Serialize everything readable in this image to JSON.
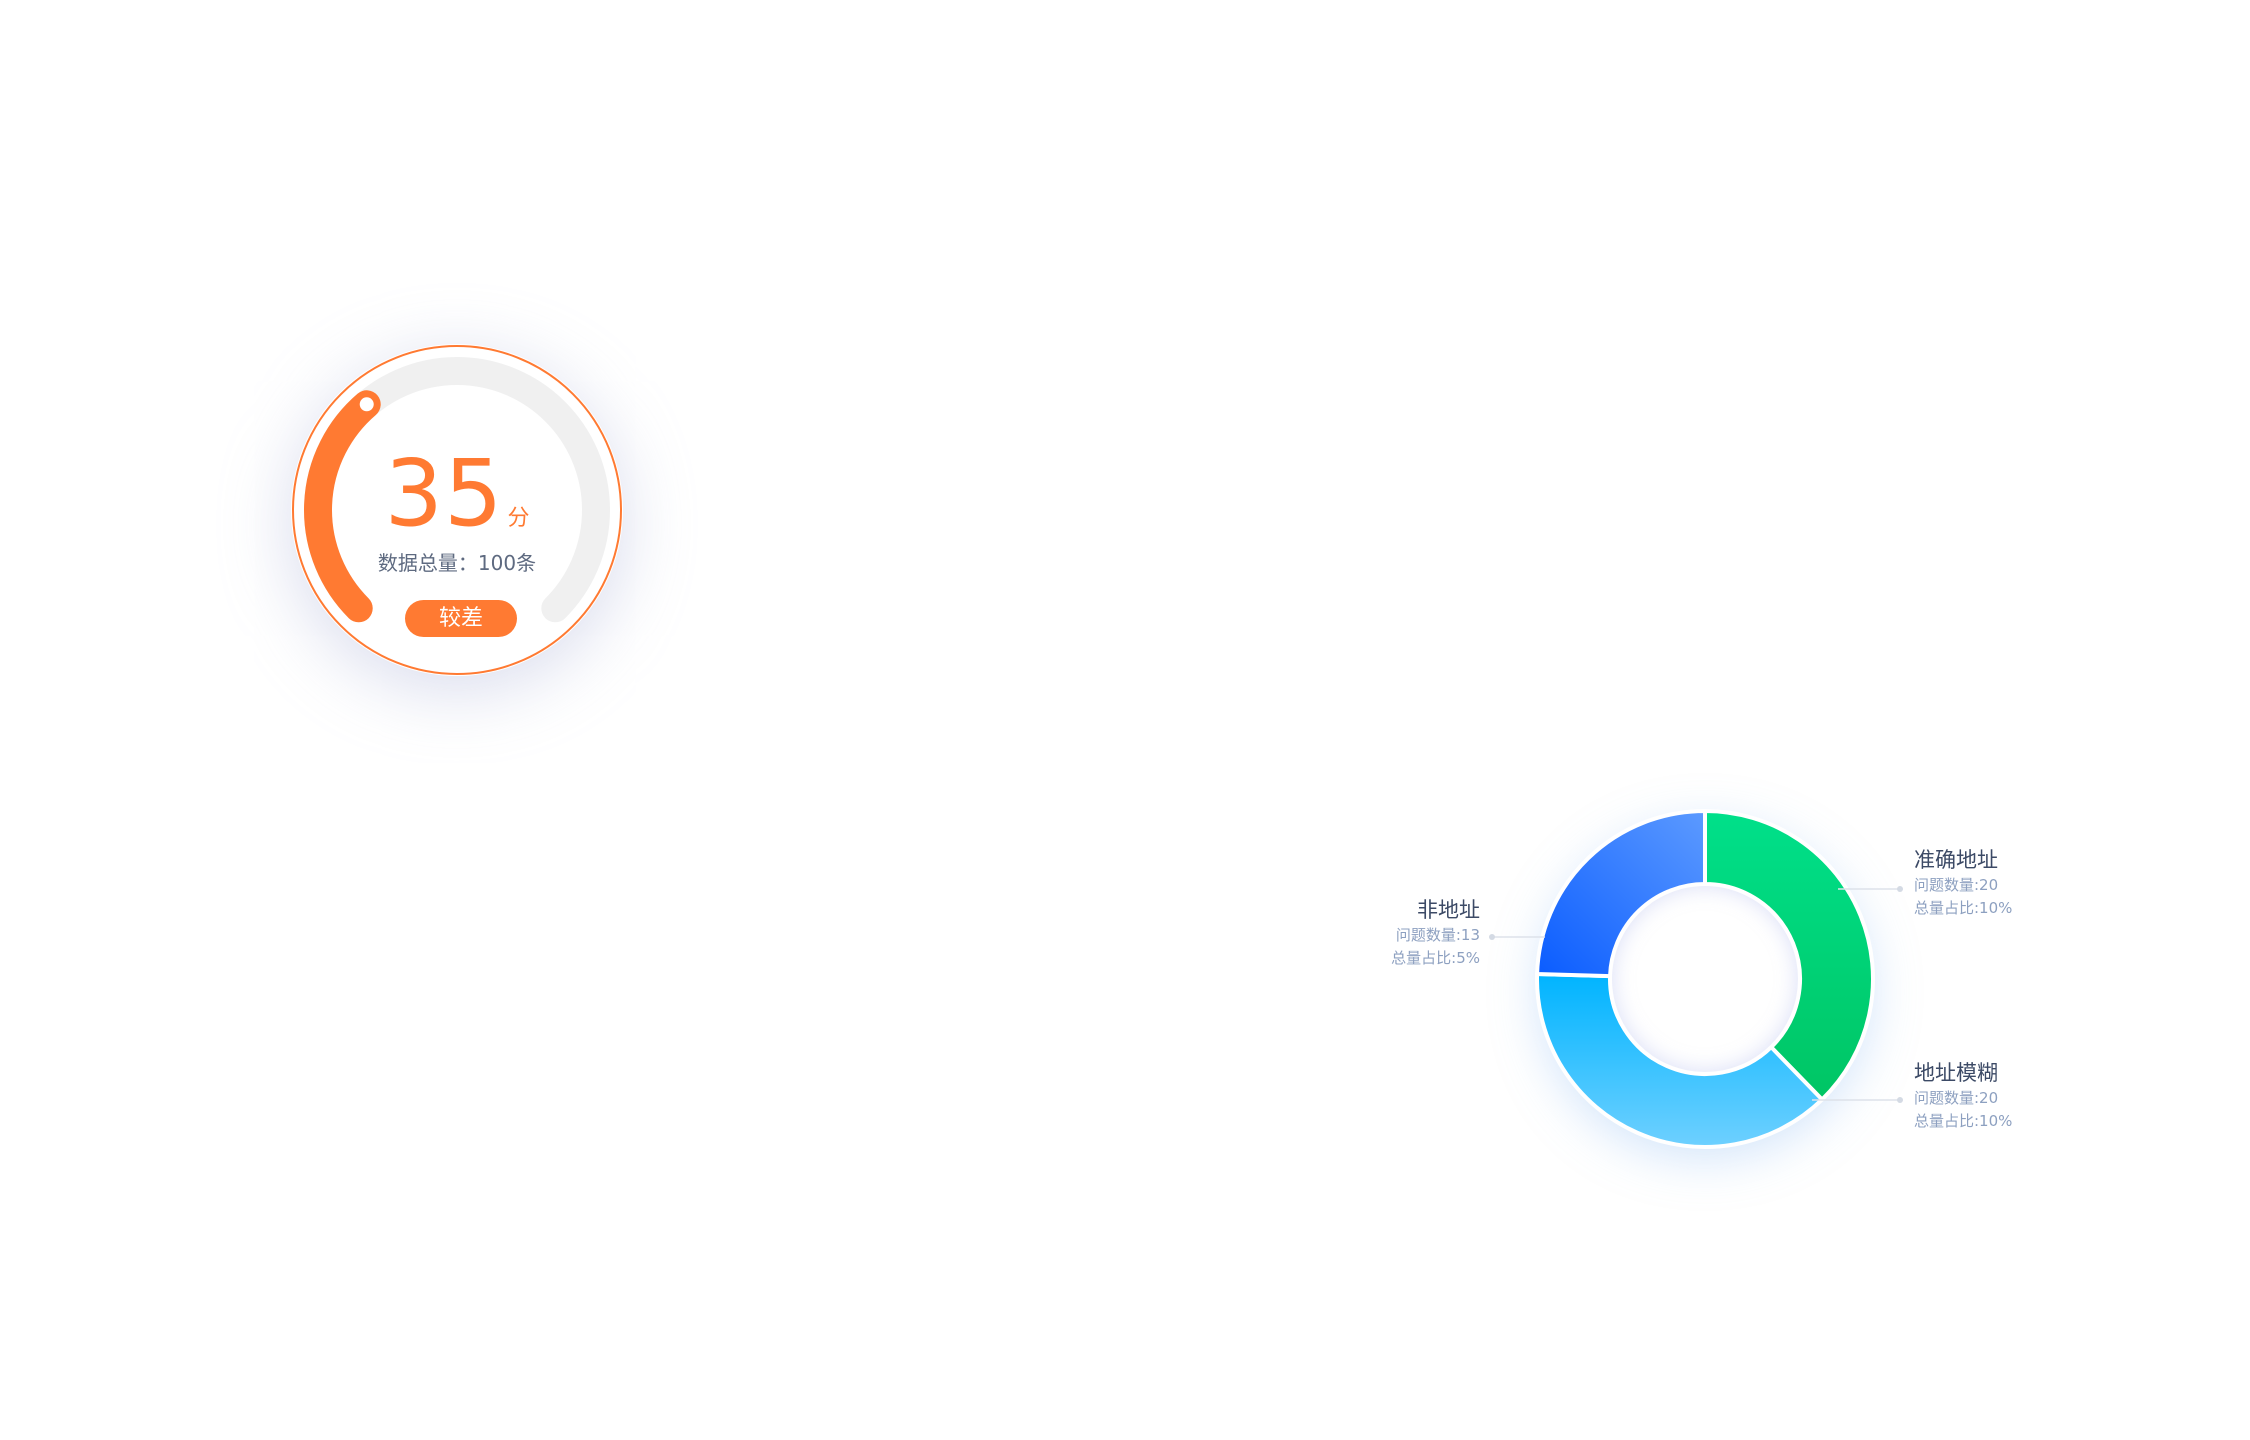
{
  "score_card": {
    "score": 35,
    "score_max": 100,
    "score_text": "35",
    "unit": "分",
    "total_text": "数据总量：100条",
    "grade": "较差",
    "colors": {
      "accent": "#ff7a32",
      "track": "#f0f0f0",
      "ring": "#ff7a32"
    }
  },
  "chart_data": {
    "type": "pie",
    "variant": "donut",
    "title": "",
    "slices": [
      {
        "name": "准确地址",
        "count_text": "问题数量:20",
        "ratio_text": "总量占比:10%",
        "value": 20,
        "colors": [
          "#00e08a",
          "#00c564"
        ]
      },
      {
        "name": "地址模糊",
        "count_text": "问题数量:20",
        "ratio_text": "总量占比:10%",
        "value": 20,
        "colors": [
          "#00b4ff",
          "#6ed0ff"
        ]
      },
      {
        "name": "非地址",
        "count_text": "问题数量:13",
        "ratio_text": "总量占比:5%",
        "value": 13,
        "colors": [
          "#0a5cff",
          "#5c9aff"
        ]
      }
    ]
  }
}
